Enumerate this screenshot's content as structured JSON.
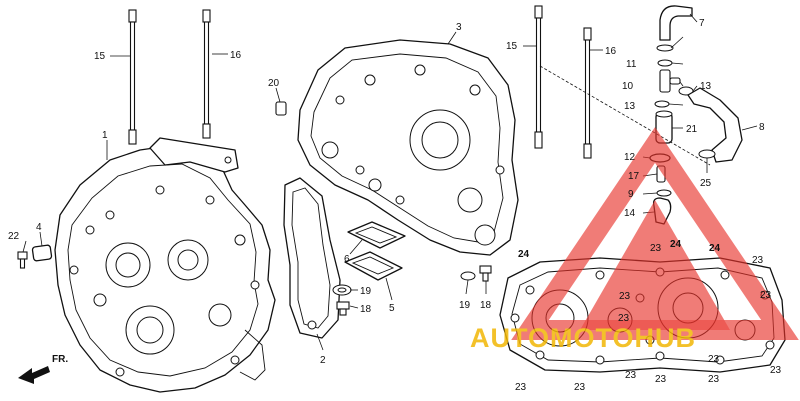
{
  "callouts": {
    "c1": "1",
    "c2": "2",
    "c3": "3",
    "c4": "4",
    "c5": "5",
    "c6": "6",
    "c7": "7",
    "c8": "8",
    "c9": "9",
    "c10": "10",
    "c11": "11",
    "c12": "12",
    "c13a": "13",
    "c13b": "13",
    "c14": "14",
    "c15a": "15",
    "c15b": "15",
    "c16a": "16",
    "c16b": "16",
    "c17": "17",
    "c18a": "18",
    "c18b": "18",
    "c19a": "19",
    "c19b": "19",
    "c20": "20",
    "c21": "21",
    "c22": "22",
    "c23a": "23",
    "c23b": "23",
    "c23c": "23",
    "c23d": "23",
    "c23e": "23",
    "c23f": "23",
    "c23g": "23",
    "c23h": "23",
    "c23i": "23",
    "c23j": "23",
    "c23k": "23",
    "c23l": "23",
    "c24a": "24",
    "c24b": "24",
    "c24c": "24",
    "c25": "25"
  },
  "front_arrow": {
    "label": "FR."
  },
  "watermark": {
    "text": "AUTOMOTOHUB",
    "color_red": "#e8332b",
    "color_gold": "#f2b705"
  }
}
